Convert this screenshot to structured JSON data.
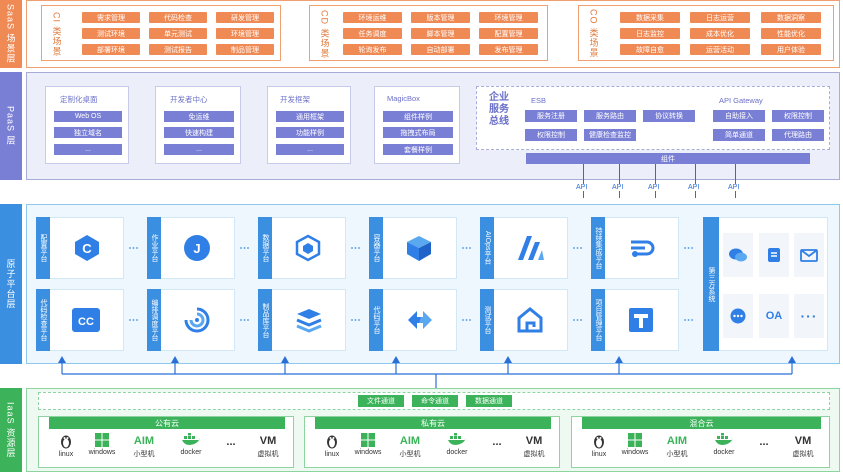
{
  "layers": {
    "saas": "SaaS 场景层",
    "paas": "PaaS 层",
    "atomic": "原子平台层",
    "iaas": "IaaS 资源层"
  },
  "saas": {
    "groups": [
      {
        "title": "CI 类场景",
        "items": [
          "需求管理",
          "代码检查",
          "研发管理",
          "测试环境",
          "单元测试",
          "环境管理",
          "部署环境",
          "测试报告",
          "制品管理"
        ]
      },
      {
        "title": "CD 类场景",
        "items": [
          "环境运维",
          "版本管理",
          "环境管理",
          "任务调度",
          "脚本管理",
          "配置管理",
          "轮询发布",
          "自动部署",
          "发布管理"
        ]
      },
      {
        "title": "CO 类场景",
        "items": [
          "数据采集",
          "日志运营",
          "数据洞察",
          "日志监控",
          "成本优化",
          "性能优化",
          "故障自愈",
          "运营活动",
          "用户体验"
        ]
      }
    ]
  },
  "paas": {
    "boxes": [
      {
        "title": "定制化桌面",
        "items": [
          "Web OS",
          "独立域名",
          "..."
        ]
      },
      {
        "title": "开发者中心",
        "items": [
          "免运维",
          "快速构建",
          "..."
        ]
      },
      {
        "title": "开发框架",
        "items": [
          "通用框架",
          "功能样例",
          "..."
        ]
      },
      {
        "title": "MagicBox",
        "items": [
          "组件样例",
          "拖拽式布局",
          "套餐样例"
        ]
      }
    ],
    "esb_title": "企业服务总线",
    "esb": {
      "title": "ESB",
      "items": [
        "服务注册",
        "服务路由",
        "协议转换",
        "权限控制",
        "健康检查监控"
      ]
    },
    "gateway": {
      "title": "API Gateway",
      "items": [
        "自助接入",
        "权限控制",
        "简单通道",
        "代理路由"
      ]
    },
    "component_bar": "组件",
    "api_labels": [
      "API",
      "API",
      "API",
      "API",
      "API"
    ]
  },
  "atomic": {
    "platforms": [
      {
        "label": "配置平台",
        "icon": "C"
      },
      {
        "label": "作业平台",
        "icon": "J"
      },
      {
        "label": "数据平台",
        "icon": "cube"
      },
      {
        "label": "容器平台",
        "icon": "box"
      },
      {
        "label": "AIOps平台",
        "icon": "A"
      },
      {
        "label": "持续集成平台",
        "icon": "pipe"
      },
      {
        "label": "代码检查平台",
        "icon": "CC"
      },
      {
        "label": "编排调度平台",
        "icon": "swirl"
      },
      {
        "label": "制品库平台",
        "icon": "stack"
      },
      {
        "label": "代码平台",
        "icon": "arrows"
      },
      {
        "label": "测试平台",
        "icon": "G"
      },
      {
        "label": "项目管理平台",
        "icon": "T"
      }
    ],
    "third_party": {
      "label": "第三方系统",
      "icons": [
        "wechat",
        "doc",
        "mail",
        "chat",
        "OA",
        "more"
      ]
    }
  },
  "iaas": {
    "tags": [
      "文件通道",
      "命令通道",
      "数据通道"
    ],
    "clouds": [
      {
        "title": "公有云",
        "items": [
          "linux",
          "windows",
          "小型机",
          "docker",
          "...",
          "虚拟机"
        ]
      },
      {
        "title": "私有云",
        "items": [
          "linux",
          "windows",
          "小型机",
          "docker",
          "...",
          "虚拟机"
        ]
      },
      {
        "title": "混合云",
        "items": [
          "linux",
          "windows",
          "小型机",
          "docker",
          "...",
          "虚拟机"
        ]
      }
    ]
  },
  "colors": {
    "saas": "#f08a55",
    "paas": "#7a7fd6",
    "atomic": "#3b8fe0",
    "iaas": "#3cb35a"
  }
}
